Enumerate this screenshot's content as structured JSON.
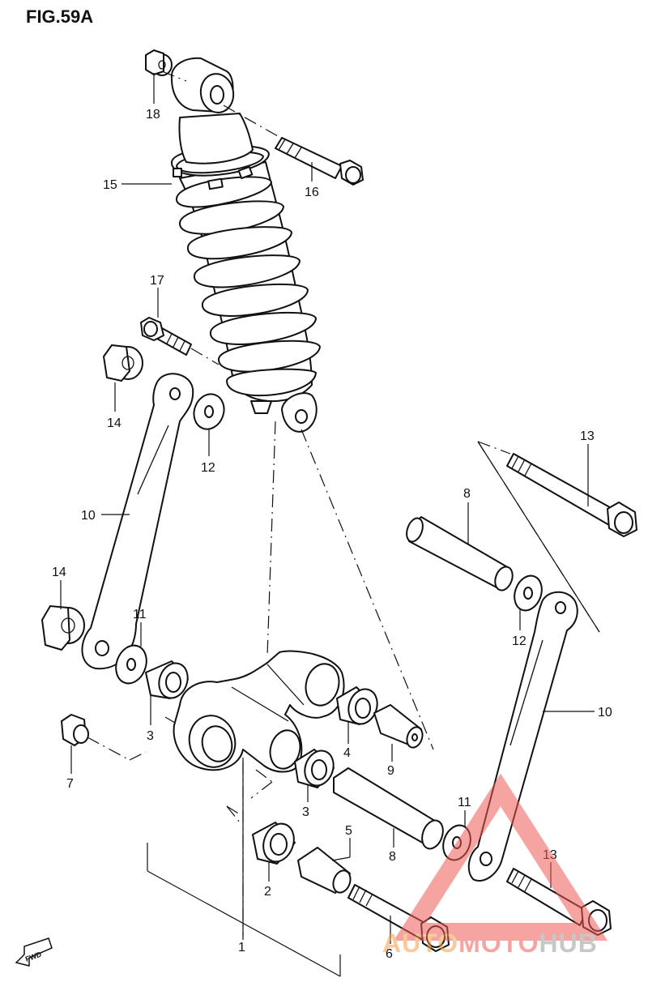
{
  "figure": {
    "title": "FIG.59A"
  },
  "callouts": {
    "c1": "1",
    "c2": "2",
    "c3a": "3",
    "c3b": "3",
    "c4": "4",
    "c5": "5",
    "c6": "6",
    "c7": "7",
    "c8a": "8",
    "c8b": "8",
    "c9": "9",
    "c10a": "10",
    "c10b": "10",
    "c11a": "11",
    "c11b": "11",
    "c12a": "12",
    "c12b": "12",
    "c13a": "13",
    "c13b": "13",
    "c14a": "14",
    "c14b": "14",
    "c15": "15",
    "c16": "16",
    "c17": "17",
    "c18": "18"
  },
  "fwd_badge": {
    "label": "FWD"
  },
  "watermark": {
    "text_part1": "AUTO",
    "text_part2": "MOTO",
    "text_part3": "HUB",
    "colors": {
      "auto": "#f4a04a",
      "moto": "#ee5a55",
      "hub": "#9b9b9b",
      "triangle": "#ee5a55"
    }
  }
}
